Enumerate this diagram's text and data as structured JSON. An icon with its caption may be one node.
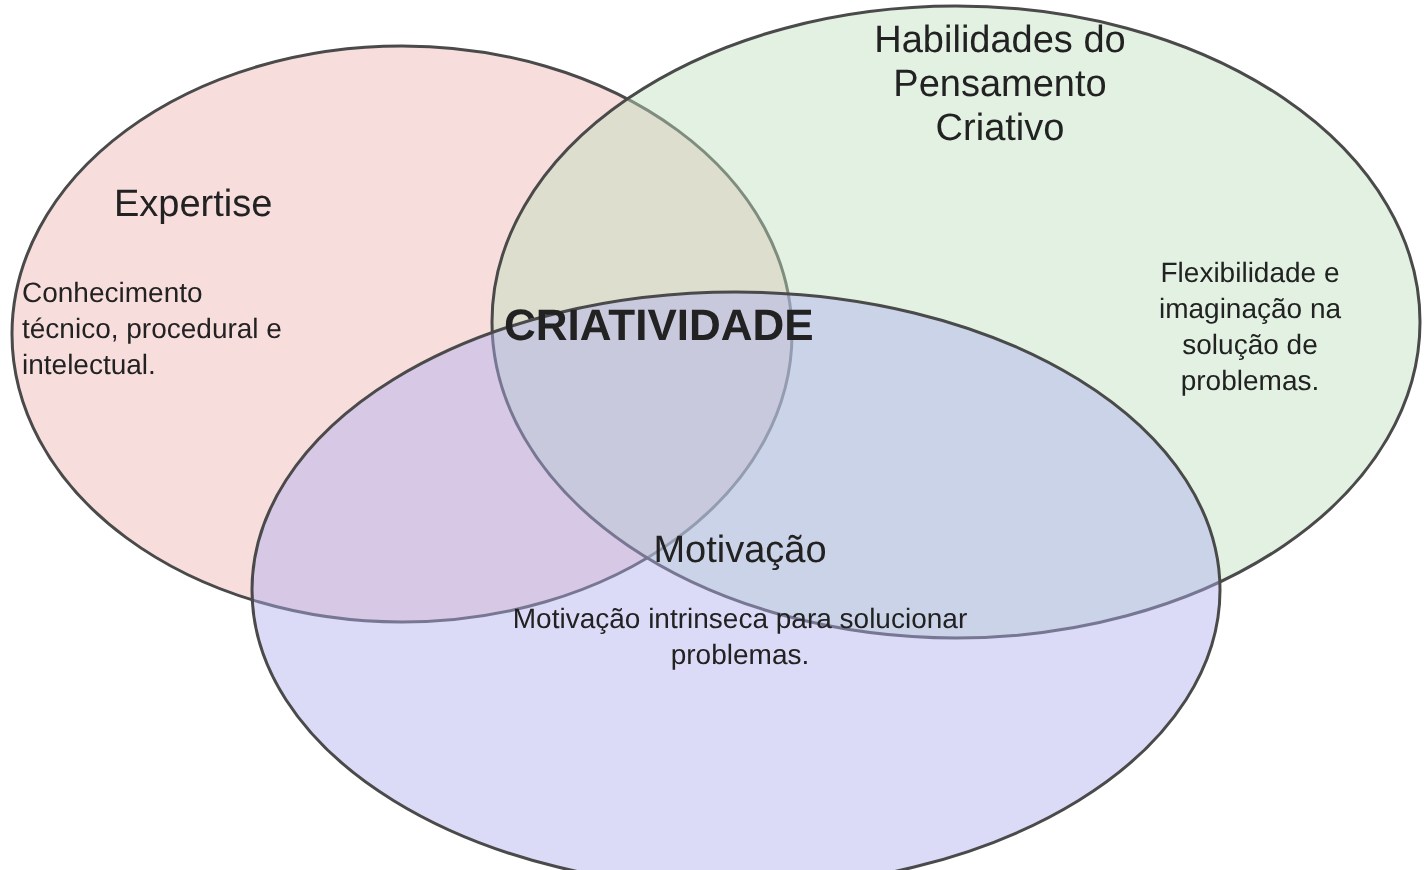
{
  "diagram": {
    "nodes": [
      {
        "text": [
          "Expertise",
          "Conhecimento técnico, procedural e intelectual."
        ]
      },
      {
        "text": [
          "Habilidades do Pensamento Criativo",
          "Flexibilidade e imaginação na solução de problemas."
        ]
      },
      {
        "text": [
          "Motivação",
          "Motivação intrinseca para solucionar problemas."
        ]
      }
    ],
    "labels": [
      "CRIATIVIDADE"
    ]
  }
}
